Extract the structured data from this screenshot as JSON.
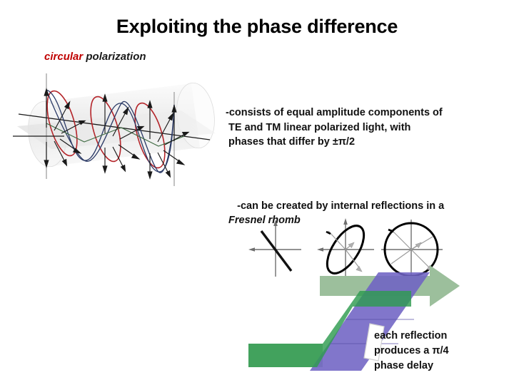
{
  "slide": {
    "title": "Exploiting the phase difference",
    "subtitle": {
      "emphasis": "circular",
      "rest": " polarization",
      "emphasis_color": "#C00000"
    },
    "bullets": [
      {
        "id": "bullet-consists",
        "text": "-consists of equal amplitude components of\n TE and TM linear polarized light, with\n phases that differ by ±π/2"
      },
      {
        "id": "bullet-fresnel",
        "lead": "-can be created by internal reflections in a\n ",
        "italic": "Fresnel rhomb"
      }
    ],
    "caption": "each reflection\nproduces a π/4\nphase delay"
  },
  "figures": {
    "helix": {
      "name": "circular-polarization-helix",
      "description": "3D cylinder with helical circular polarization vectors",
      "cylinder_fill": "#f2f2f2",
      "ring_color": "#b4252a",
      "helix_color": "#2b3a66",
      "vector_color": "#1a1a1a",
      "plane_color": "#e8e8e8",
      "ring_count": 3
    },
    "polarization_states": {
      "name": "polarization-state-diagrams",
      "items": [
        {
          "label": "linear",
          "shape": "line"
        },
        {
          "label": "elliptical",
          "shape": "ellipse"
        },
        {
          "label": "circular",
          "shape": "circle"
        }
      ],
      "axis_color": "#6e6e6e",
      "outline_color": "#000000",
      "vector_color": "#9a9a9a"
    },
    "fresnel_rhomb": {
      "name": "fresnel-rhomb-beam-path",
      "rhomb_color": "#6f63c4",
      "beam_color": "#2e9b4f",
      "arrow_color": "#9cbf9c",
      "overlap_color": "#3d8c85",
      "reflections": 2
    }
  }
}
